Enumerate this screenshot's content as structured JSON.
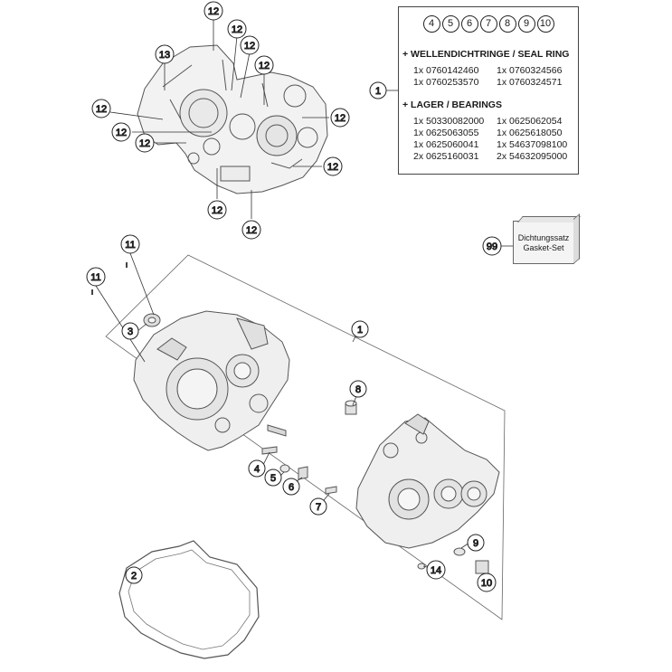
{
  "info_box": {
    "ref_numbers": [
      "4",
      "5",
      "6",
      "7",
      "8",
      "9",
      "10"
    ],
    "seal_heading": "+ WELLENDICHTRINGE / SEAL RING",
    "seal_parts": [
      "1x 0760142460",
      "1x 0760324566",
      "1x 0760253570",
      "1x 0760324571"
    ],
    "bearing_heading": "+ LAGER / BEARINGS",
    "bearing_parts": [
      "1x 50330082000",
      "1x 0625062054",
      "1x 0625063055",
      "1x 0625618050",
      "1x 0625060041",
      "1x 54637098100",
      "2x 0625160031",
      "2x 54632095000"
    ]
  },
  "gasket_set": {
    "line1": "Dichtungssatz",
    "line2": "Gasket-Set"
  },
  "callouts": {
    "c1a": "1",
    "c1b": "1",
    "c2": "2",
    "c3": "3",
    "c4": "4",
    "c5": "5",
    "c6": "6",
    "c7": "7",
    "c8": "8",
    "c9": "9",
    "c10": "10",
    "c11a": "11",
    "c11b": "11",
    "c12": "12",
    "c13": "13",
    "c14": "14",
    "c99": "99"
  }
}
